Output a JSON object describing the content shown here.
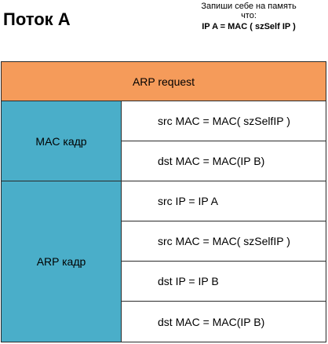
{
  "title": "Поток А",
  "note": {
    "line1": "Запиши себе на память",
    "line2": "что:",
    "line3": "IP A = MAC ( szSelf IP )"
  },
  "table": {
    "header": "ARP request",
    "header_color": "#f59b5a",
    "group_color": "#4aaec9",
    "groups": [
      {
        "label": "MAC кадр",
        "rows": [
          "src MAC = MAC( szSelfIP )",
          "dst MAC = MAC(IP B)"
        ]
      },
      {
        "label": "ARP кадр",
        "rows": [
          "src IP = IP A",
          "src MAC = MAC( szSelfIP )",
          "dst IP = IP B",
          "dst MAC = MAC(IP B)"
        ]
      }
    ]
  }
}
